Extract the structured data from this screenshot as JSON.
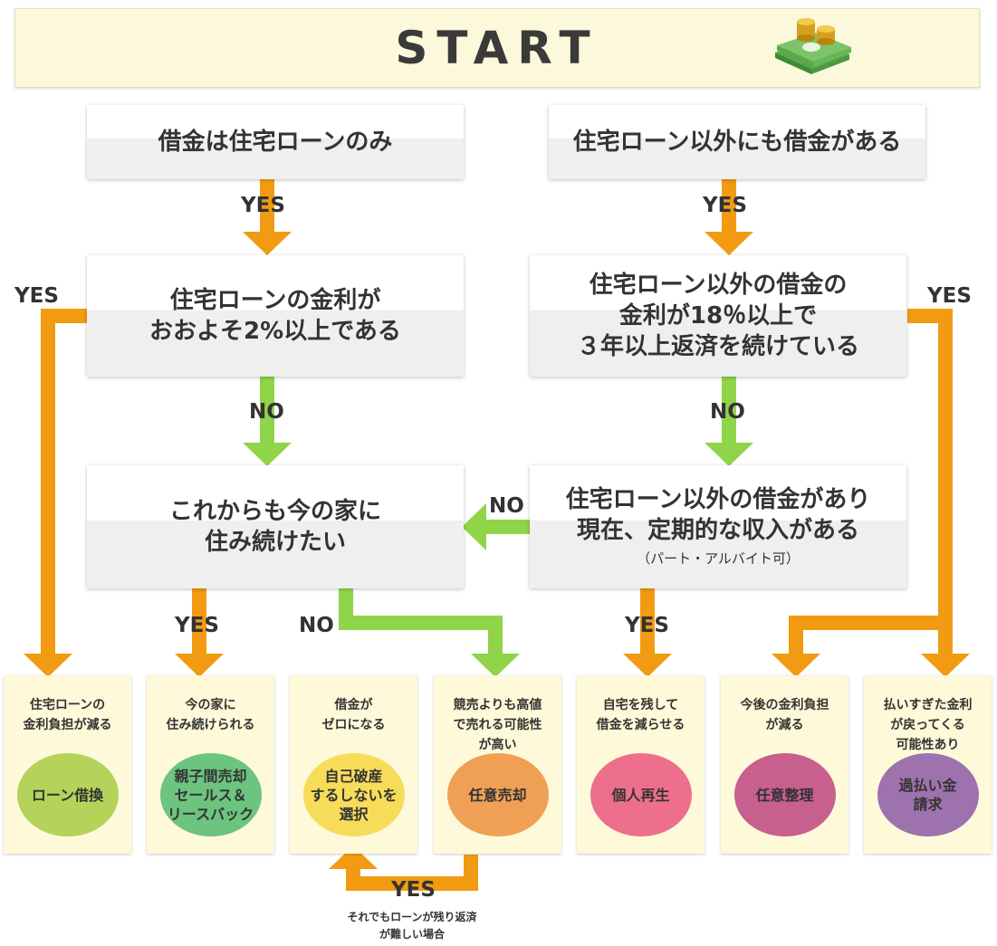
{
  "start": {
    "title": "START",
    "icon": "money-stack-icon"
  },
  "questions": {
    "q_loan_only": "借金は住宅ローンのみ",
    "q_other_debt": "住宅ローン以外にも借金がある",
    "q_rate_line1": "住宅ローンの金利が",
    "q_rate_line2": "おおよそ2%以上である",
    "q_other_line1": "住宅ローン以外の借金の",
    "q_other_line2": "金利が18％以上で",
    "q_other_line3": "３年以上返済を続けている",
    "q_stay_line1": "これからも今の家に",
    "q_stay_line2": "住み続けたい",
    "q_income_line1": "住宅ローン以外の借金があり",
    "q_income_line2": "現在、定期的な収入がある",
    "q_income_note": "（パート・アルバイト可）"
  },
  "labels": {
    "yes": "YES",
    "no": "NO"
  },
  "results": [
    {
      "desc": [
        "住宅ローンの",
        "金利負担が減る"
      ],
      "name": [
        "ローン借換"
      ],
      "color": "#b5d25a"
    },
    {
      "desc": [
        "今の家に",
        "住み続けられる"
      ],
      "name": [
        "親子間売却",
        "セールス＆",
        "リースバック"
      ],
      "color": "#6cc47f"
    },
    {
      "desc": [
        "借金が",
        "ゼロになる"
      ],
      "name": [
        "自己破産",
        "するしないを",
        "選択"
      ],
      "color": "#f7dc5a"
    },
    {
      "desc": [
        "競売よりも高値",
        "で売れる可能性",
        "が高い"
      ],
      "name": [
        "任意売却"
      ],
      "color": "#f0a055"
    },
    {
      "desc": [
        "自宅を残して",
        "借金を減らせる"
      ],
      "name": [
        "個人再生"
      ],
      "color": "#ee6f8c"
    },
    {
      "desc": [
        "今後の金利負担",
        "が減る"
      ],
      "name": [
        "任意整理"
      ],
      "color": "#c75f8f"
    },
    {
      "desc": [
        "払いすぎた金利",
        "が戻ってくる",
        "可能性あり"
      ],
      "name": [
        "過払い金",
        "請求"
      ],
      "color": "#9e72ad"
    }
  ],
  "footnote": {
    "line1": "それでもローンが残り返済",
    "line2": "が難しい場合"
  },
  "colors": {
    "orange": "#f29b12",
    "green": "#8fd449",
    "banner": "#fcf8dc"
  }
}
